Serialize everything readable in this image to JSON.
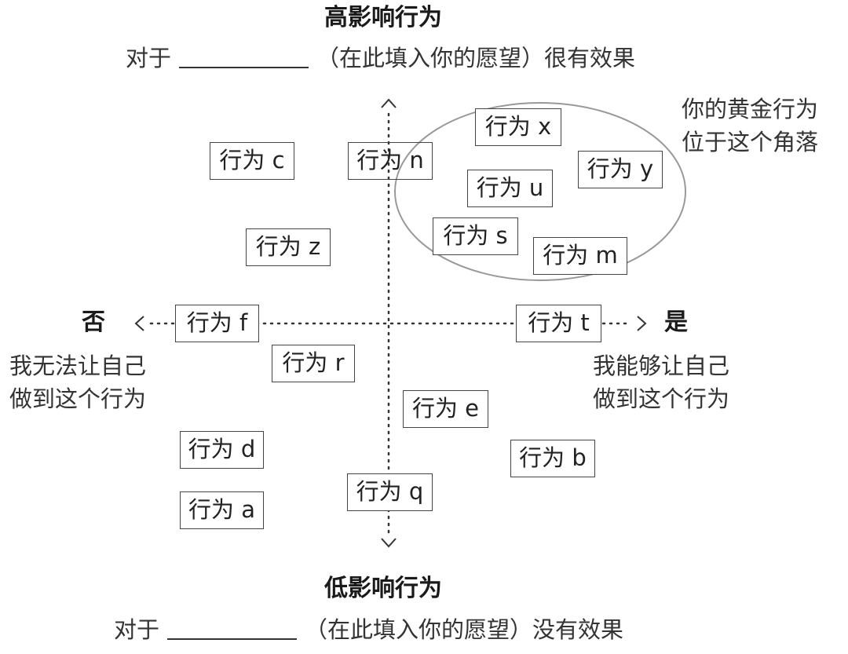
{
  "top": {
    "title": "高影响行为",
    "subtitle_before": "对于",
    "subtitle_after": "（在此填入你的愿望）很有效果"
  },
  "bottom": {
    "title": "低影响行为",
    "subtitle_before": "对于",
    "subtitle_after": "（在此填入你的愿望）没有效果"
  },
  "left": {
    "label": "否",
    "desc_line1": "我无法让自己",
    "desc_line2": "做到这个行为"
  },
  "right": {
    "label": "是",
    "desc_line1": "我能够让自己",
    "desc_line2": "做到这个行为"
  },
  "golden": {
    "line1": "你的黄金行为",
    "line2": "位于这个角落"
  },
  "behaviors": {
    "c": "行为 c",
    "n": "行为 n",
    "x": "行为 x",
    "y": "行为 y",
    "u": "行为 u",
    "z": "行为 z",
    "s": "行为 s",
    "m": "行为 m",
    "f": "行为 f",
    "t": "行为 t",
    "r": "行为 r",
    "e": "行为 e",
    "d": "行为 d",
    "b": "行为 b",
    "q": "行为 q",
    "a": "行为 a"
  },
  "icons": {
    "arrow_up": "chevron-up-icon",
    "arrow_down": "chevron-down-icon",
    "arrow_left": "chevron-left-icon",
    "arrow_right": "chevron-right-icon"
  }
}
